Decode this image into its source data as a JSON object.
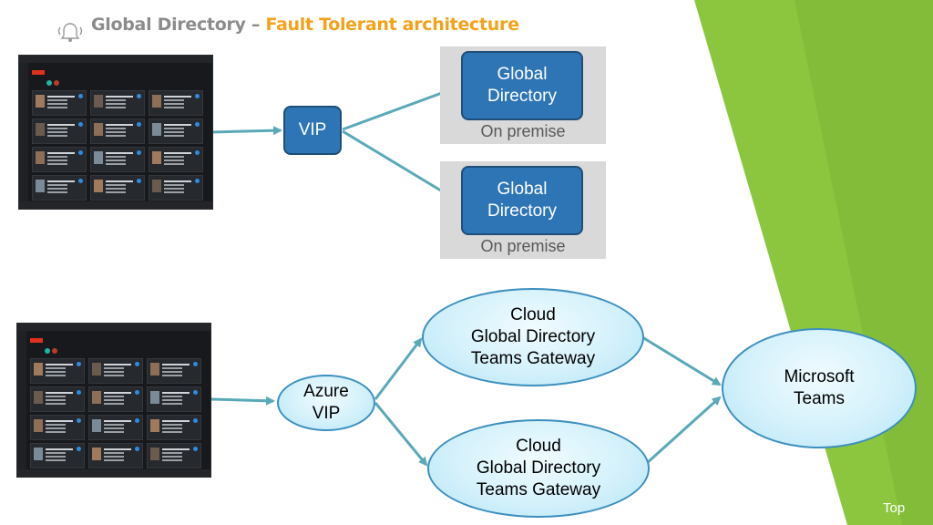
{
  "header": {
    "title_main": "Global Directory",
    "title_separator": " – ",
    "title_highlight": "Fault Tolerant architecture",
    "icon": "sound-alert-icon"
  },
  "on_prem": {
    "vip_label": "VIP",
    "servers": [
      {
        "line1": "Global",
        "line2": "Directory",
        "caption": "On premise"
      },
      {
        "line1": "Global",
        "line2": "Directory",
        "caption": "On premise"
      }
    ]
  },
  "cloud": {
    "vip_line1": "Azure",
    "vip_line2": "VIP",
    "gateways": [
      {
        "line1": "Cloud",
        "line2": "Global Directory",
        "line3": "Teams Gateway"
      },
      {
        "line1": "Cloud",
        "line2": "Global Directory",
        "line3": "Teams Gateway"
      }
    ],
    "target_line1": "Microsoft",
    "target_line2": "Teams"
  },
  "footer": {
    "top_link": "Top"
  },
  "colors": {
    "accent_orange": "#f2a21b",
    "title_grey": "#8c8c8c",
    "green_band": "#8cc63f",
    "box_blue": "#2e75b6",
    "arrow_teal": "#5aa9b8"
  }
}
